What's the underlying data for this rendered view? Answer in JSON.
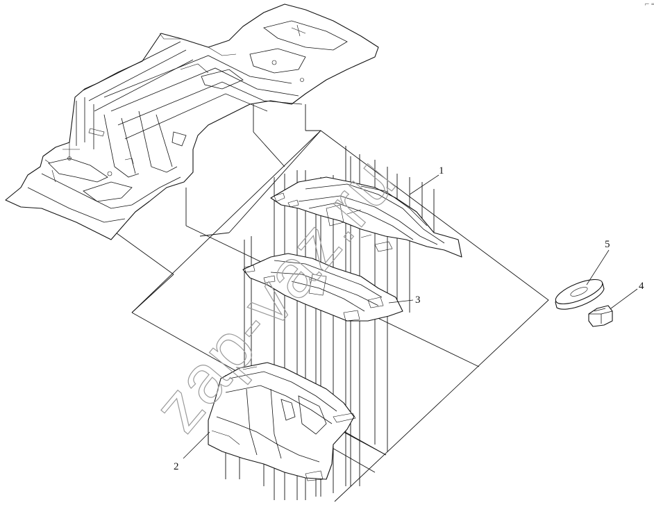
{
  "figure": {
    "callouts": [
      {
        "id": "c1",
        "label": "1"
      },
      {
        "id": "c2",
        "label": "2"
      },
      {
        "id": "c3",
        "label": "3"
      },
      {
        "id": "c4",
        "label": "4"
      },
      {
        "id": "c5",
        "label": "5"
      }
    ],
    "watermark": "zap-vaz.ru",
    "corner_mark": "⌐ ═"
  }
}
